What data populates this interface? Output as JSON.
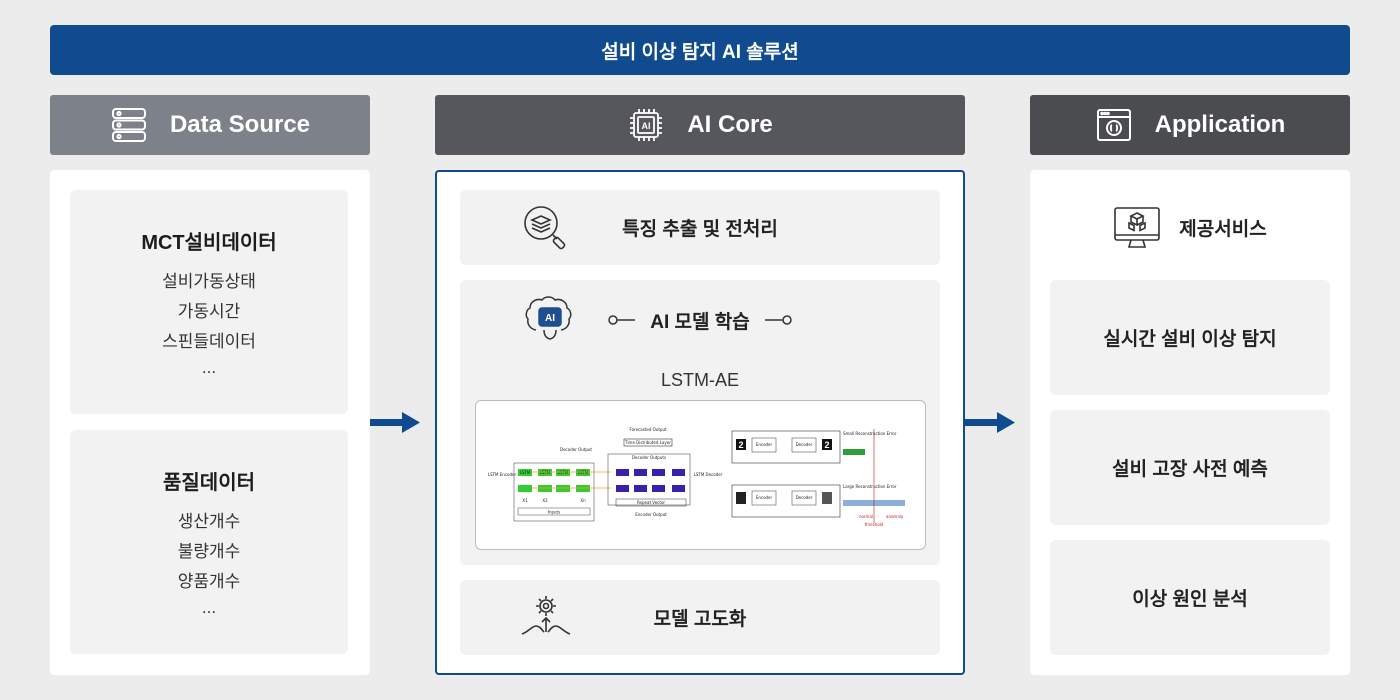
{
  "banner": {
    "title": "설비 이상 탐지 AI 솔루션"
  },
  "columns": {
    "data_source": {
      "label": "Data Source",
      "icon": "server-icon"
    },
    "ai_core": {
      "label": "AI Core",
      "icon": "ai-chip-icon"
    },
    "application": {
      "label": "Application",
      "icon": "browser-window-icon"
    }
  },
  "data_source": {
    "mct": {
      "title": "MCT설비데이터",
      "items": [
        "설비가동상태",
        "가동시간",
        "스핀들데이터",
        "..."
      ]
    },
    "quality": {
      "title": "품질데이터",
      "items": [
        "생산개수",
        "불량개수",
        "양품개수",
        "..."
      ]
    }
  },
  "ai_core": {
    "feature": {
      "label": "특징 추출 및 전처리",
      "icon": "search-layers-icon"
    },
    "model": {
      "label": "AI 모델 학습",
      "icon": "brain-ai-icon",
      "model_name": "LSTM-AE"
    },
    "advance": {
      "label": "모델 고도화",
      "icon": "gear-hands-icon"
    }
  },
  "application": {
    "service": {
      "label": "제공서비스",
      "icon": "monitor-cubes-icon"
    },
    "items": [
      "실시간 설비 이상 탐지",
      "설비 고장 사전 예측",
      "이상 원인 분석"
    ]
  },
  "diagram_text": {
    "forecasted_output": "Forecasted Output",
    "time_distributed": "Time Distributed Layer",
    "decoder_outputs": "Decoder Outputs",
    "decoder_output": "Decoder Output",
    "repeat_vector": "Repeat Vector",
    "encoder_output": "Encoder Output",
    "lstm": "LSTM",
    "lstm_encoder": "LSTM Encoder",
    "lstm_decoder": "LSTM Decoder",
    "inputs": "Inputs",
    "x1": "X1",
    "x2": "X2",
    "xn": "Xn",
    "encoder": "Encoder",
    "decoder": "Decoder",
    "small_error": "Small Reconstruction Error",
    "large_error": "Large Reconstruction Error",
    "normal": "normal",
    "threshold": "threshold",
    "anomaly": "anomaly",
    "digit": "2"
  },
  "colors": {
    "accent": "#0f4b8e",
    "lstm_green": "#33cc33",
    "decoder_purple": "#3a1fae",
    "error_green": "#2f9e3a",
    "error_blue": "#8eaedc",
    "threshold_red": "#b71c1c"
  }
}
